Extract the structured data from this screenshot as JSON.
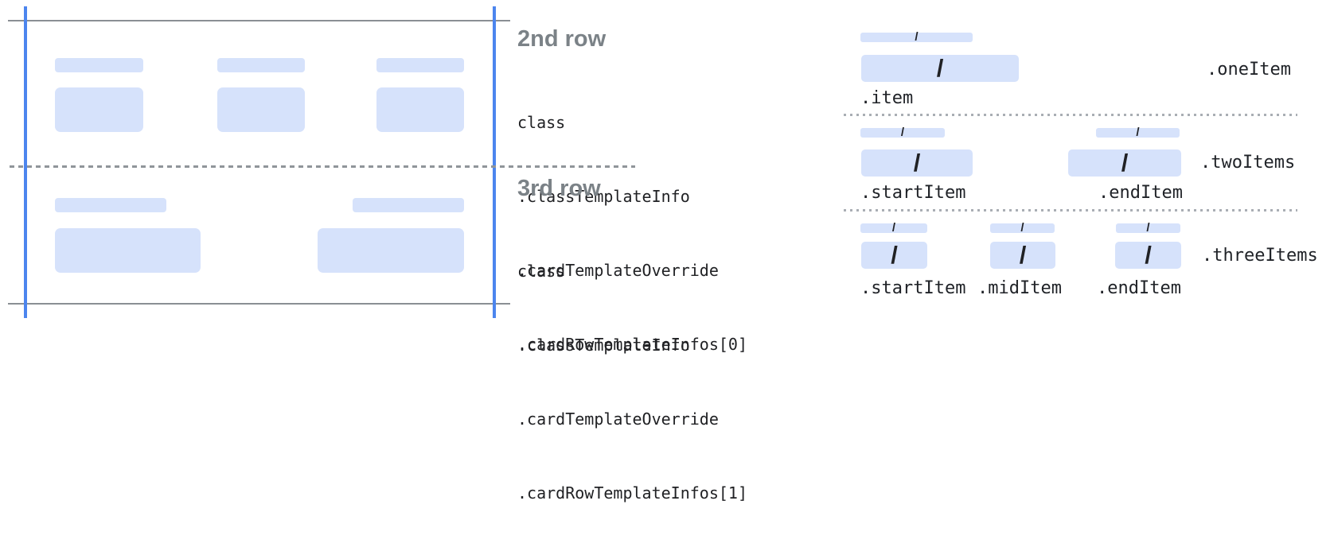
{
  "middle": {
    "sections": [
      {
        "heading": "2nd row",
        "code_lines": [
          "class",
          ".classTemplateInfo",
          ".cardTemplateOverride",
          ".cardRowTemplateInfos[0]"
        ]
      },
      {
        "heading": "3rd row",
        "code_lines": [
          "class",
          ".classTemplateInfo",
          ".cardTemplateOverride",
          ".cardRowTemplateInfos[1]"
        ]
      }
    ]
  },
  "right_panel": {
    "sections": [
      {
        "tag": ".oneItem",
        "item_labels": [
          ".item"
        ]
      },
      {
        "tag": ".twoItems",
        "item_labels": [
          ".startItem",
          ".endItem"
        ]
      },
      {
        "tag": ".threeItems",
        "item_labels": [
          ".startItem",
          ".midItem",
          ".endItem"
        ]
      }
    ]
  },
  "glyphs": {
    "slash": "/"
  },
  "colors": {
    "accent_blue": "#4c85ee",
    "placeholder_blue": "#d6e2fb",
    "solid_line_gray": "#8a8f94",
    "dashed_line_gray": "#90959a",
    "dotted_line_gray": "#a9aeb4",
    "heading_gray": "#7b8287",
    "code_text": "#202124"
  }
}
